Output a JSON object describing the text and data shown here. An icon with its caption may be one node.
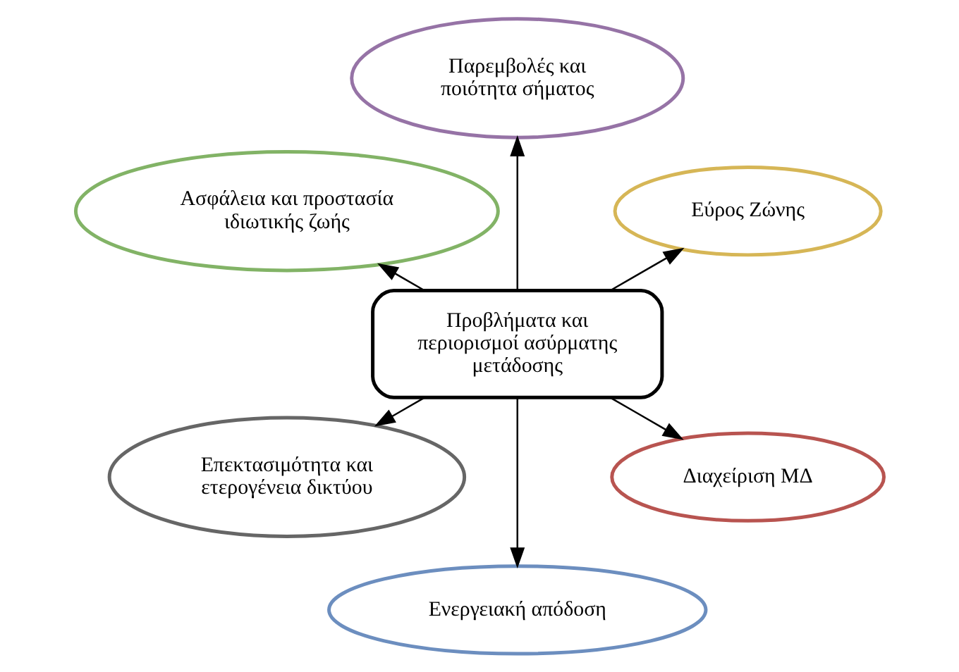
{
  "diagram": {
    "nodes": [
      {
        "text": [
          "Εύρος Ζώνης"
        ]
      },
      {
        "text": [
          "Παρεμβολές και ποιότητα σήματος"
        ]
      },
      {
        "text": [
          "Ασφάλεια και προστασία ιδιωτικής ζωής"
        ]
      },
      {
        "text": [
          "Προβλήματα και περιορισμοί ασύρματης μετάδοσης"
        ]
      },
      {
        "text": [
          "Επεκτασιμότητα και ετερογένεια δικτύου"
        ]
      },
      {
        "text": [
          "Ενεργειακή απόδοση"
        ]
      },
      {
        "text": [
          "Διαχείριση ΜΔ"
        ]
      }
    ],
    "edges": [
      {
        "from": 3,
        "to": 0,
        "arrow": "to"
      },
      {
        "from": 3,
        "to": 1,
        "arrow": "to"
      },
      {
        "from": 3,
        "to": 2,
        "arrow": "to"
      },
      {
        "from": 3,
        "to": 4,
        "arrow": "to"
      },
      {
        "from": 3,
        "to": 5,
        "arrow": "to"
      },
      {
        "from": 3,
        "to": 6,
        "arrow": "to"
      }
    ]
  }
}
